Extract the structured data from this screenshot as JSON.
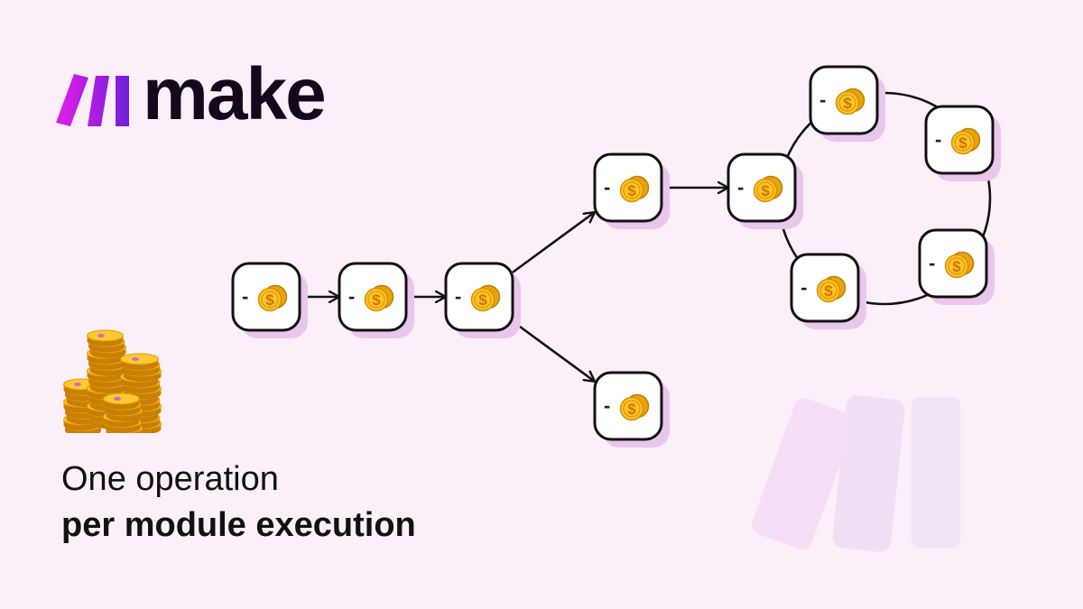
{
  "brand": {
    "name": "make",
    "colors": {
      "mark_start": "#d31de8",
      "mark_end": "#6a1fd9",
      "text": "#12091d",
      "background": "#fbeffa"
    }
  },
  "tagline": {
    "line1": "One operation",
    "line2": "per module execution"
  },
  "node": {
    "label": "-",
    "icon": "dollar-coin-icon",
    "coin_symbol": "$"
  },
  "diagram": {
    "nodes": [
      {
        "id": "n1"
      },
      {
        "id": "n2"
      },
      {
        "id": "n3"
      },
      {
        "id": "n4"
      },
      {
        "id": "n5"
      },
      {
        "id": "n6"
      },
      {
        "id": "n7"
      },
      {
        "id": "n8"
      },
      {
        "id": "n9"
      },
      {
        "id": "n10"
      }
    ],
    "edges": [
      {
        "from": "n1",
        "to": "n2",
        "arrow": true
      },
      {
        "from": "n2",
        "to": "n3",
        "arrow": true
      },
      {
        "from": "n3",
        "to": "n4",
        "arrow": true
      },
      {
        "from": "n3",
        "to": "n5",
        "arrow": true
      },
      {
        "from": "n4",
        "to": "n6",
        "arrow": true
      }
    ],
    "loop": [
      "n6",
      "n7",
      "n8",
      "n9",
      "n10"
    ]
  }
}
